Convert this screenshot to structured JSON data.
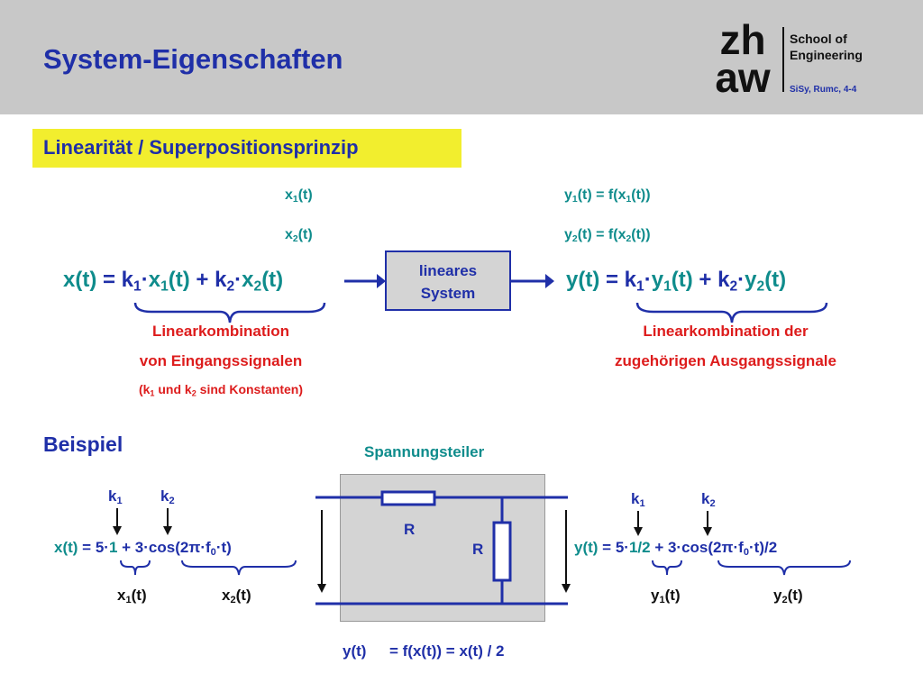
{
  "header": {
    "title": "System-Eigenschaften",
    "logo_top": "zh",
    "logo_bottom": "aw",
    "school_line1": "School of",
    "school_line2": "Engineering",
    "reference": "SiSy, Rumc, 4-4"
  },
  "section_title": "Linearität / Superpositionsprinzip",
  "top": {
    "x1": "x",
    "x2": "x",
    "y1_eq": "f(x",
    "y2_eq": "f(x",
    "sub1": "1",
    "sub2": "2",
    "system_line1": "lineares",
    "system_line2": "System",
    "input_note_line1": "Linearkombination",
    "input_note_line2": "von Eingangssignalen",
    "input_note_line3_a": "(k",
    "input_note_line3_b": " und k",
    "input_note_line3_c": " sind Konstanten)",
    "output_note_line1": "Linearkombination der",
    "output_note_line2": "zugehörigen Ausgangssignale"
  },
  "example": {
    "heading": "Beispiel",
    "circuit_title": "Spannungsteiler",
    "resistor_label": "R",
    "left_formula_tail": "3·cos(2π·f",
    "left_formula_end": "·t)",
    "right_formula_mid": "1/2",
    "right_formula_tail": "3·cos(2π·f",
    "right_formula_end": "·t)/2",
    "bottom_eq_lhs": "y(t)",
    "bottom_eq_rhs": "= f(x(t)) = x(t) / 2"
  },
  "colors": {
    "blue": "#1f2fa8",
    "teal": "#0f8c8c",
    "red": "#dd1c1c",
    "yellow": "#f2ee2e",
    "header_gray": "#c8c8c8"
  }
}
